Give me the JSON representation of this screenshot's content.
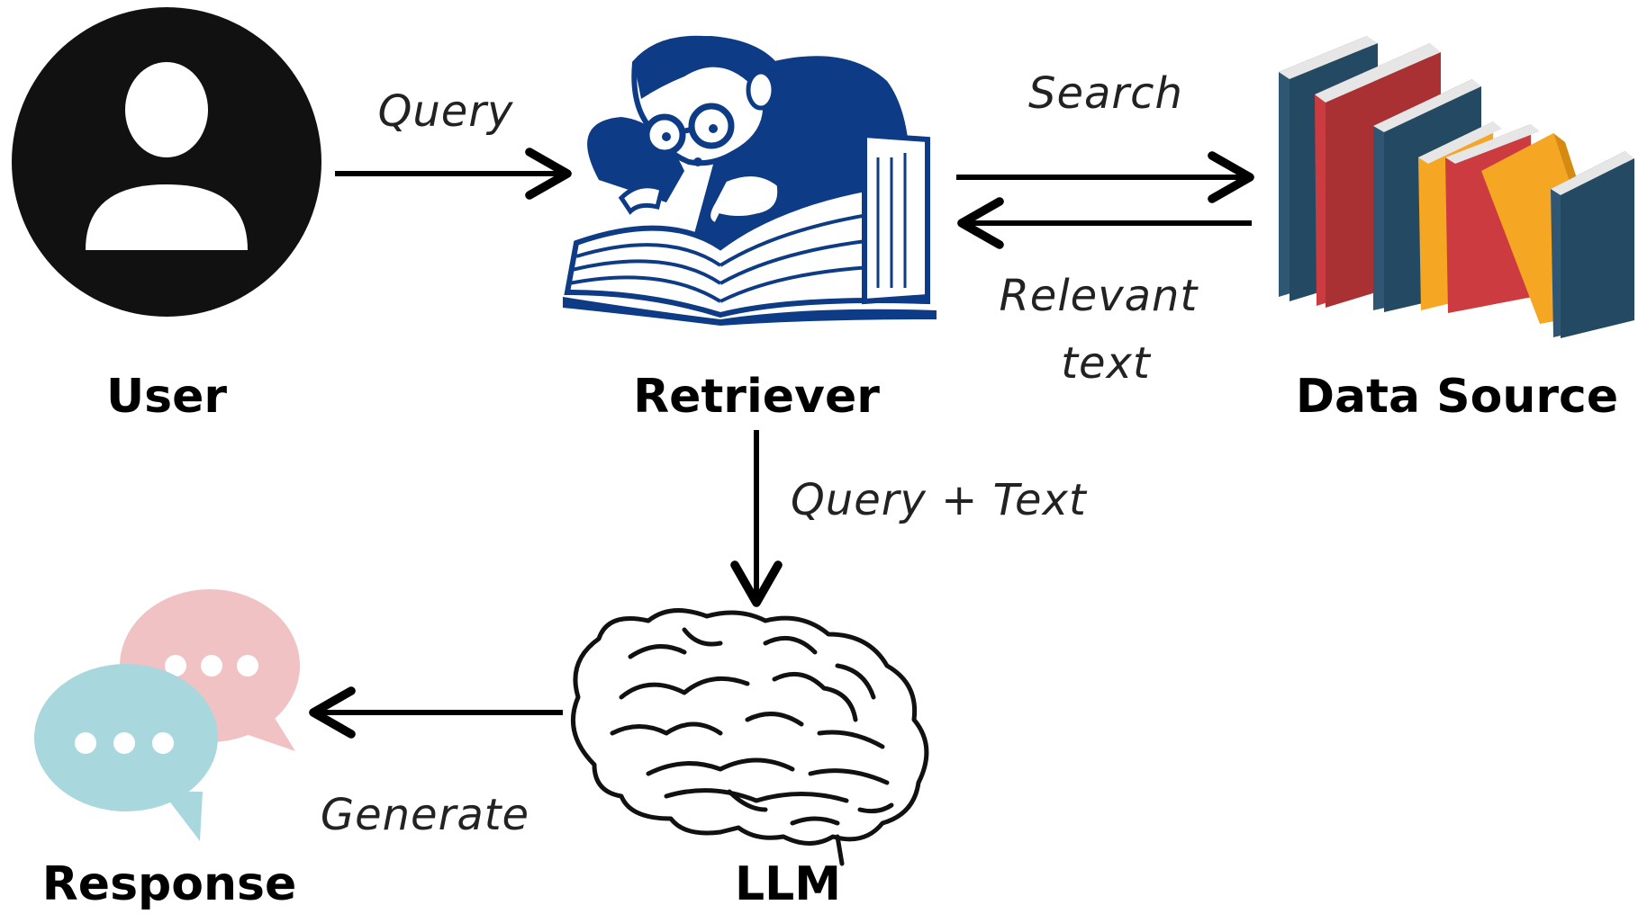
{
  "nodes": {
    "user": {
      "label": "User"
    },
    "retriever": {
      "label": "Retriever"
    },
    "data_source": {
      "label": "Data Source"
    },
    "llm": {
      "label": "LLM"
    },
    "response": {
      "label": "Response"
    }
  },
  "edges": {
    "query": {
      "label": "Query"
    },
    "search": {
      "label": "Search"
    },
    "relevant_text": {
      "line1": "Relevant",
      "line2": "text"
    },
    "query_text": {
      "label": "Query + Text"
    },
    "generate": {
      "label": "Generate"
    }
  },
  "colors": {
    "retriever_blue": "#0d3b86",
    "book_navy": "#2f5673",
    "book_red": "#cc3b3f",
    "book_orange": "#f5a623",
    "bubble_pink": "#f0c2c3",
    "bubble_teal": "#a8d8dd"
  }
}
